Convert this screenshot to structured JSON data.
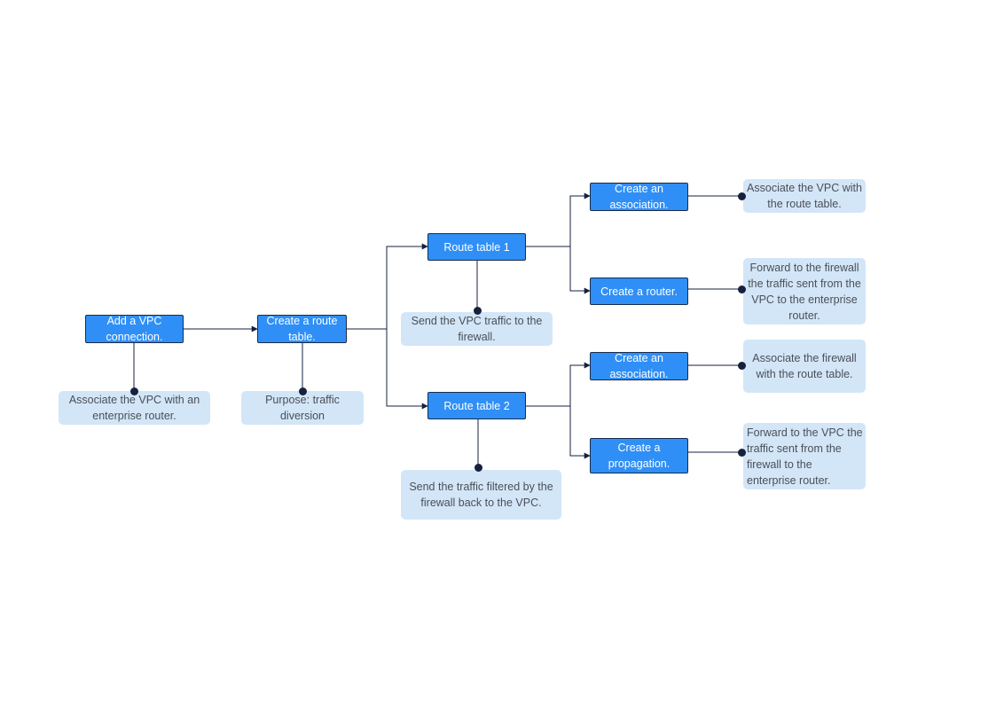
{
  "diagram": {
    "nodes": {
      "add_vpc": "Add a VPC connection.",
      "create_route_table": "Create a route table.",
      "route_table_1": "Route table 1",
      "route_table_2": "Route table 2",
      "create_association_1": "Create an association.",
      "create_router": "Create a router.",
      "create_association_2": "Create an association.",
      "create_propagation": "Create a propagation."
    },
    "notes": {
      "associate_vpc_router": "Associate the VPC with an enterprise router.",
      "purpose": "Purpose: traffic diversion",
      "send_vpc_traffic": "Send the VPC traffic to the firewall.",
      "send_filtered": "Send the traffic filtered by the firewall back to the VPC.",
      "associate_vpc_route_table": "Associate the VPC with the route table.",
      "forward_to_firewall": "Forward to the firewall the traffic sent from the VPC to the enterprise router.",
      "associate_firewall": "Associate the firewall with the route table.",
      "forward_to_vpc": "Forward to the VPC the traffic sent from the firewall to the enterprise router."
    },
    "colors": {
      "node_fill": "#2f8ff7",
      "node_border": "#1a2b4a",
      "note_fill": "#d3e6f8",
      "connector": "#16213e"
    }
  }
}
